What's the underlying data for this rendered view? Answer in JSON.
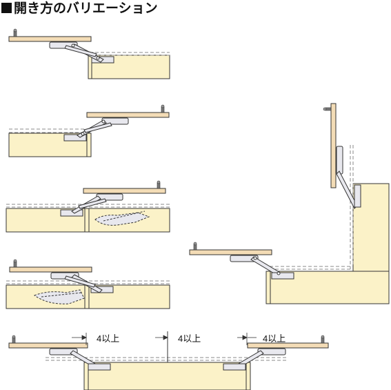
{
  "title": "開き方のバリエーション",
  "dimensions": {
    "left": "4以上",
    "middle": "4以上",
    "right": "4以上"
  },
  "colors": {
    "door": "#f3dcb6",
    "cabinet": "#fbf2c8",
    "stroke": "#333333",
    "hardware": "#e8e8ee"
  }
}
